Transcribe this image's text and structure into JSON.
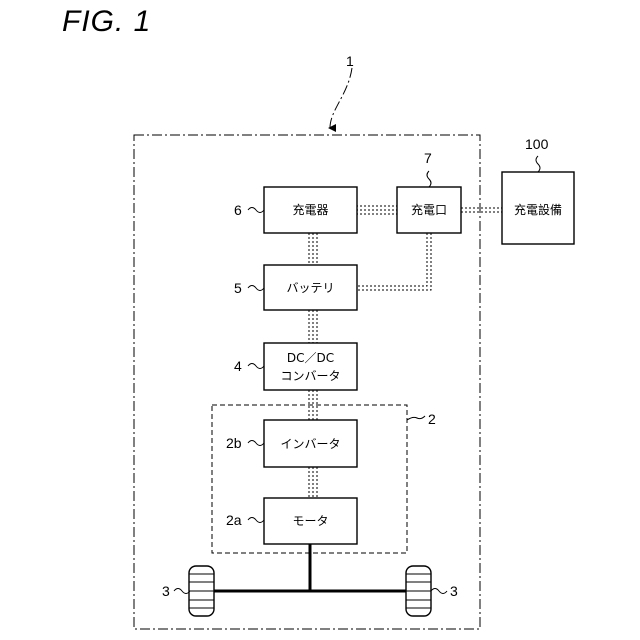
{
  "figure": {
    "title": "FIG. 1"
  },
  "refs": {
    "vehicle": "1",
    "drive_unit": "2",
    "motor": "2a",
    "inverter": "2b",
    "wheel_left": "3",
    "wheel_right": "3",
    "dcdc": "4",
    "battery": "5",
    "charger": "6",
    "charging_port": "7",
    "charging_facility": "100"
  },
  "blocks": {
    "charger": "充電器",
    "charging_port": "充電口",
    "charging_facility": "充電設備",
    "battery": "バッテリ",
    "dcdc_line1": "DC／DC",
    "dcdc_line2": "コンバータ",
    "inverter": "インバータ",
    "motor": "モータ"
  }
}
